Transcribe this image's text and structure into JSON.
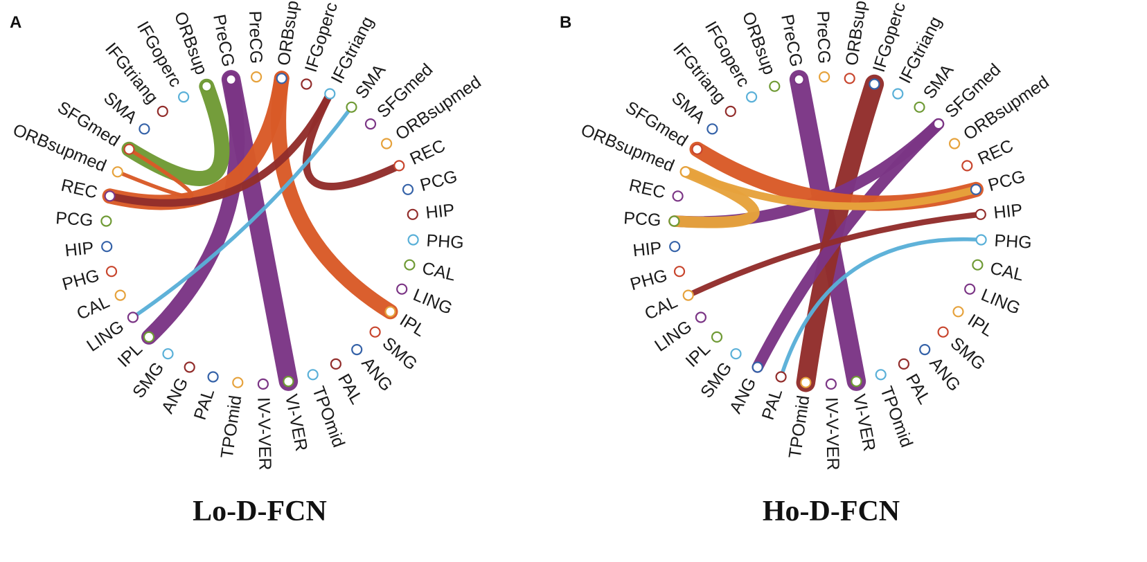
{
  "colors": {
    "purple": "#7b3585",
    "orange": "#d95a27",
    "green": "#6f9a35",
    "darkred": "#922d2b",
    "lightblue": "#5ab0d8",
    "gold": "#e6a23c",
    "blue": "#3562a8",
    "red": "#c8452d"
  },
  "panels": [
    {
      "letter": "A",
      "title": "Lo-D-FCN",
      "nodes": [
        {
          "label": "PreCG",
          "color": "gold"
        },
        {
          "label": "ORBsup",
          "color": "blue"
        },
        {
          "label": "IFGoperc",
          "color": "darkred"
        },
        {
          "label": "IFGtriang",
          "color": "lightblue"
        },
        {
          "label": "SMA",
          "color": "green"
        },
        {
          "label": "SFGmed",
          "color": "purple"
        },
        {
          "label": "ORBsupmed",
          "color": "gold"
        },
        {
          "label": "REC",
          "color": "red"
        },
        {
          "label": "PCG",
          "color": "blue"
        },
        {
          "label": "HIP",
          "color": "darkred"
        },
        {
          "label": "PHG",
          "color": "lightblue"
        },
        {
          "label": "CAL",
          "color": "green"
        },
        {
          "label": "LING",
          "color": "purple"
        },
        {
          "label": "IPL",
          "color": "gold"
        },
        {
          "label": "SMG",
          "color": "red"
        },
        {
          "label": "ANG",
          "color": "blue"
        },
        {
          "label": "PAL",
          "color": "darkred"
        },
        {
          "label": "TPOmid",
          "color": "lightblue"
        },
        {
          "label": "VI-VER",
          "color": "green"
        },
        {
          "label": "IV-V-VER",
          "color": "purple"
        },
        {
          "label": "TPOmid",
          "color": "gold"
        },
        {
          "label": "PAL",
          "color": "blue"
        },
        {
          "label": "ANG",
          "color": "darkred"
        },
        {
          "label": "SMG",
          "color": "lightblue"
        },
        {
          "label": "IPL",
          "color": "green"
        },
        {
          "label": "LING",
          "color": "purple"
        },
        {
          "label": "CAL",
          "color": "gold"
        },
        {
          "label": "PHG",
          "color": "red"
        },
        {
          "label": "HIP",
          "color": "blue"
        },
        {
          "label": "PCG",
          "color": "green"
        },
        {
          "label": "REC",
          "color": "purple"
        },
        {
          "label": "ORBsupmed",
          "color": "gold"
        },
        {
          "label": "SFGmed",
          "color": "red"
        },
        {
          "label": "SMA",
          "color": "blue"
        },
        {
          "label": "IFGtriang",
          "color": "darkred"
        },
        {
          "label": "IFGoperc",
          "color": "lightblue"
        },
        {
          "label": "ORBsup",
          "color": "green"
        },
        {
          "label": "PreCG",
          "color": "purple"
        }
      ],
      "edges": [
        {
          "from": 37,
          "to": 18,
          "color": "purple",
          "weight": 5
        },
        {
          "from": 37,
          "to": 24,
          "color": "purple",
          "weight": 4
        },
        {
          "from": 36,
          "to": 32,
          "color": "green",
          "weight": 4
        },
        {
          "from": 1,
          "to": 30,
          "color": "orange",
          "weight": 4
        },
        {
          "from": 1,
          "to": 13,
          "color": "orange",
          "weight": 4
        },
        {
          "from": 3,
          "to": 30,
          "color": "darkred",
          "weight": 2
        },
        {
          "from": 3,
          "to": 7,
          "color": "darkred",
          "weight": 2
        },
        {
          "from": 4,
          "to": 25,
          "color": "lightblue",
          "weight": 1
        },
        {
          "from": 32,
          "to": 31,
          "color": "orange",
          "weight": 1
        }
      ]
    },
    {
      "letter": "B",
      "title": "Ho-D-FCN",
      "nodes": [
        {
          "label": "PreCG",
          "color": "gold"
        },
        {
          "label": "ORBsup",
          "color": "red"
        },
        {
          "label": "IFGoperc",
          "color": "blue"
        },
        {
          "label": "IFGtriang",
          "color": "lightblue"
        },
        {
          "label": "SMA",
          "color": "green"
        },
        {
          "label": "SFGmed",
          "color": "purple"
        },
        {
          "label": "ORBsupmed",
          "color": "gold"
        },
        {
          "label": "REC",
          "color": "red"
        },
        {
          "label": "PCG",
          "color": "blue"
        },
        {
          "label": "HIP",
          "color": "darkred"
        },
        {
          "label": "PHG",
          "color": "lightblue"
        },
        {
          "label": "CAL",
          "color": "green"
        },
        {
          "label": "LING",
          "color": "purple"
        },
        {
          "label": "IPL",
          "color": "gold"
        },
        {
          "label": "SMG",
          "color": "red"
        },
        {
          "label": "ANG",
          "color": "blue"
        },
        {
          "label": "PAL",
          "color": "darkred"
        },
        {
          "label": "TPOmid",
          "color": "lightblue"
        },
        {
          "label": "VI-VER",
          "color": "green"
        },
        {
          "label": "IV-V-VER",
          "color": "purple"
        },
        {
          "label": "TPOmid",
          "color": "gold"
        },
        {
          "label": "PAL",
          "color": "darkred"
        },
        {
          "label": "ANG",
          "color": "blue"
        },
        {
          "label": "SMG",
          "color": "lightblue"
        },
        {
          "label": "IPL",
          "color": "green"
        },
        {
          "label": "LING",
          "color": "purple"
        },
        {
          "label": "CAL",
          "color": "gold"
        },
        {
          "label": "PHG",
          "color": "red"
        },
        {
          "label": "HIP",
          "color": "blue"
        },
        {
          "label": "PCG",
          "color": "green"
        },
        {
          "label": "REC",
          "color": "purple"
        },
        {
          "label": "ORBsupmed",
          "color": "gold"
        },
        {
          "label": "SFGmed",
          "color": "red"
        },
        {
          "label": "SMA",
          "color": "blue"
        },
        {
          "label": "IFGtriang",
          "color": "darkred"
        },
        {
          "label": "IFGoperc",
          "color": "lightblue"
        },
        {
          "label": "ORBsup",
          "color": "green"
        },
        {
          "label": "PreCG",
          "color": "purple"
        }
      ],
      "edges": [
        {
          "from": 37,
          "to": 18,
          "color": "purple",
          "weight": 5
        },
        {
          "from": 2,
          "to": 20,
          "color": "darkred",
          "weight": 5
        },
        {
          "from": 5,
          "to": 29,
          "color": "purple",
          "weight": 3
        },
        {
          "from": 5,
          "to": 22,
          "color": "purple",
          "weight": 3
        },
        {
          "from": 8,
          "to": 32,
          "color": "orange",
          "weight": 4
        },
        {
          "from": 31,
          "to": 29,
          "color": "gold",
          "weight": 3
        },
        {
          "from": 31,
          "to": 8,
          "color": "gold",
          "weight": 2
        },
        {
          "from": 9,
          "to": 26,
          "color": "darkred",
          "weight": 1.5
        },
        {
          "from": 10,
          "to": 21,
          "color": "lightblue",
          "weight": 1
        }
      ]
    }
  ]
}
